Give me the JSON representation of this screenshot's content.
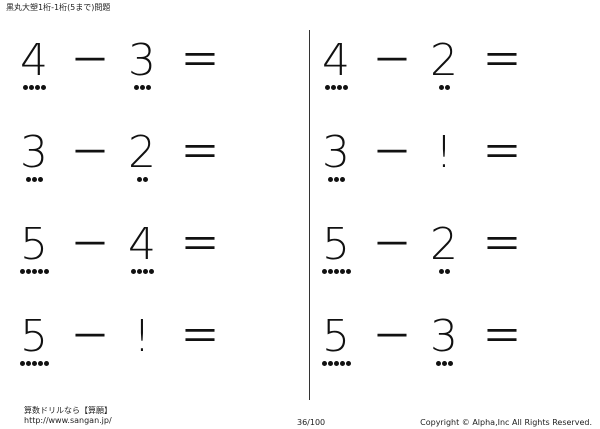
{
  "header": {
    "title": "黒丸大塑1桁-1桁(5まで)問題"
  },
  "problems": {
    "left": [
      {
        "a": "4",
        "b": "3",
        "a_dots": 4,
        "b_dots": 3
      },
      {
        "a": "3",
        "b": "2",
        "a_dots": 3,
        "b_dots": 2
      },
      {
        "a": "5",
        "b": "4",
        "a_dots": 5,
        "b_dots": 4
      },
      {
        "a": "5",
        "b": "!",
        "a_dots": 5,
        "b_dots": 0
      }
    ],
    "right": [
      {
        "a": "4",
        "b": "2",
        "a_dots": 4,
        "b_dots": 2
      },
      {
        "a": "3",
        "b": "!",
        "a_dots": 3,
        "b_dots": 0
      },
      {
        "a": "5",
        "b": "2",
        "a_dots": 5,
        "b_dots": 2
      },
      {
        "a": "5",
        "b": "3",
        "a_dots": 5,
        "b_dots": 3
      }
    ],
    "minus_symbol": "－",
    "equals_symbol": "＝"
  },
  "footer": {
    "site_name": "算数ドリルなら【算願】",
    "url": "http://www.sangan.jp/",
    "page": "36/100",
    "copyright": "Copyright © Alpha,Inc All Rights Reserved."
  }
}
